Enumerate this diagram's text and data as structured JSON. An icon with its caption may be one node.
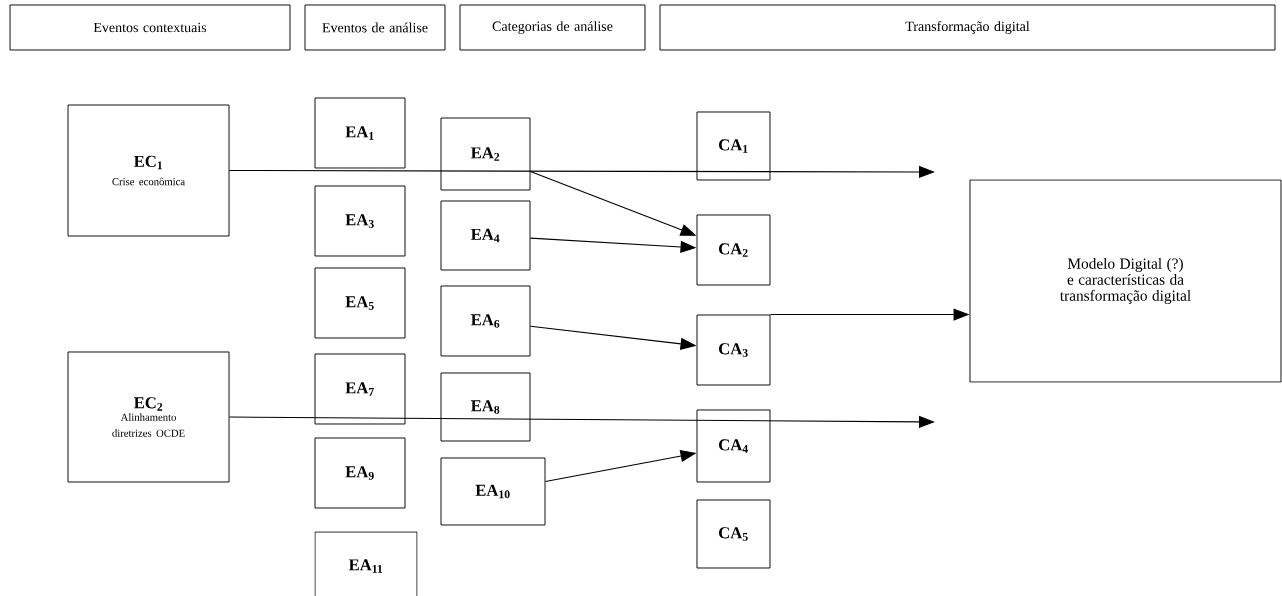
{
  "diagram": {
    "nodes": [
      {
        "text": [
          "Eventos contextuais"
        ]
      },
      {
        "text": [
          "Eventos de análise"
        ]
      },
      {
        "text": [
          "Categorias de análise"
        ]
      },
      {
        "text": [
          "Transformação digital"
        ]
      },
      {
        "text": [
          "EC$_{1}$",
          "Crise econômica"
        ]
      },
      {
        "text": [
          "EC$_{2}$",
          "Alinhamento diretrizes OCDE"
        ]
      },
      {
        "text": [
          "EA$_{1}$"
        ]
      },
      {
        "text": [
          "EA$_{2}$"
        ]
      },
      {
        "text": [
          "EA$_{3}$"
        ]
      },
      {
        "text": [
          "EA$_{4}$"
        ]
      },
      {
        "text": [
          "EA$_{5}$"
        ]
      },
      {
        "text": [
          "EA$_{6}$"
        ]
      },
      {
        "text": [
          "EA$_{7}$"
        ]
      },
      {
        "text": [
          "EA$_{8}$"
        ]
      },
      {
        "text": [
          "EA$_{9}$"
        ]
      },
      {
        "text": [
          "EA$_{10}$"
        ]
      },
      {
        "text": [
          "EA$_{11}$"
        ]
      },
      {
        "text": [
          "CA$_{1}$"
        ]
      },
      {
        "text": [
          "CA$_{2}$"
        ]
      },
      {
        "text": [
          "CA$_{3}$"
        ]
      },
      {
        "text": [
          "CA$_{4}$"
        ]
      },
      {
        "text": [
          "CA$_{5}$"
        ]
      },
      {
        "text": [
          "Modelo Digital (?) e características da transformação digital"
        ]
      }
    ],
    "edges": [
      {
        "from": 4,
        "to": null,
        "arrow": "to"
      },
      {
        "from": 5,
        "to": null,
        "arrow": "to"
      },
      {
        "from": 7,
        "to": 18,
        "arrow": "to"
      },
      {
        "from": 9,
        "to": 18,
        "arrow": "to"
      },
      {
        "from": 11,
        "to": 19,
        "arrow": "to"
      },
      {
        "from": 15,
        "to": 20,
        "arrow": "to"
      },
      {
        "from": 19,
        "to": 22,
        "arrow": "to"
      }
    ]
  }
}
